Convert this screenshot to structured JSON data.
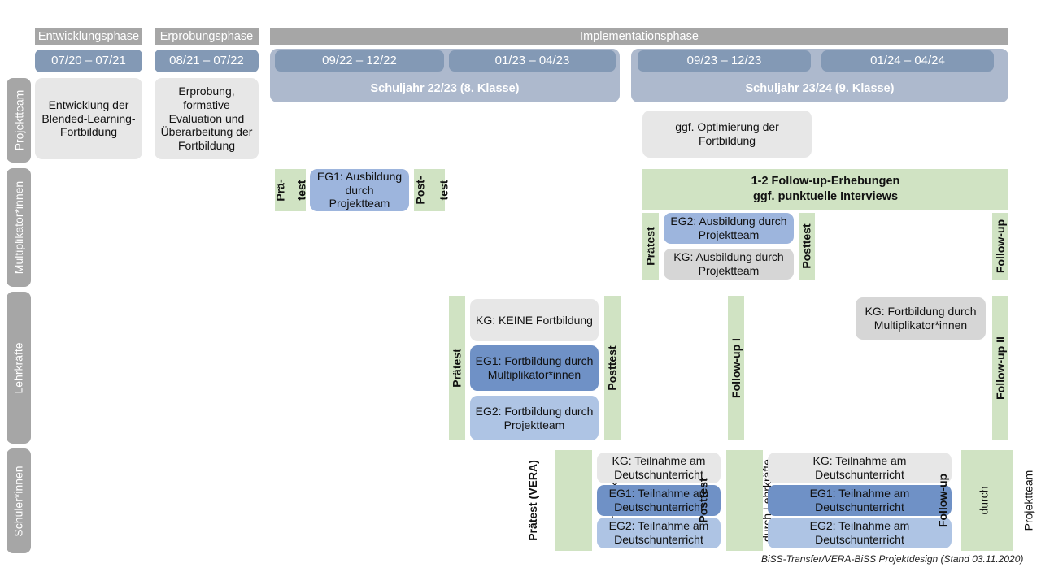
{
  "footer": "BiSS-Transfer/VERA-BiSS Projektdesign (Stand 03.11.2020)",
  "colors": {
    "phase_header_gray": "#a6a6a6",
    "date_pill_blue": "#8399b5",
    "year_band_blue": "#adb9cd",
    "card_gray": "#e7e7e7",
    "card_gray_dark": "#d6d6d6",
    "eg1_blue": "#6f91c6",
    "eg1_blue_light": "#9db5dd",
    "eg2_blue": "#aec4e4",
    "test_green": "#d0e3c3"
  },
  "phases": [
    {
      "name": "phase-entwicklung",
      "label": "Entwicklungsphase"
    },
    {
      "name": "phase-erprobung",
      "label": "Erprobungsphase"
    },
    {
      "name": "phase-implementation",
      "label": "Implementationsphase"
    }
  ],
  "date_pills": [
    {
      "name": "date-07-20-07-21",
      "label": "07/20 – 07/21"
    },
    {
      "name": "date-08-21-07-22",
      "label": "08/21 – 07/22"
    },
    {
      "name": "date-09-22-12-22",
      "label": "09/22 – 12/22"
    },
    {
      "name": "date-01-23-04-23",
      "label": "01/23 – 04/23"
    },
    {
      "name": "date-09-23-12-23",
      "label": "09/23 – 12/23"
    },
    {
      "name": "date-01-24-04-24",
      "label": "01/24 – 04/24"
    }
  ],
  "year_bands": [
    {
      "name": "schuljahr-22-23",
      "label": "Schuljahr 22/23 (8. Klasse)"
    },
    {
      "name": "schuljahr-23-24",
      "label": "Schuljahr 23/24 (9. Klasse)"
    }
  ],
  "rows": [
    {
      "name": "row-projektteam",
      "label": "Projektteam"
    },
    {
      "name": "row-multiplikator",
      "label": "Multiplikator*innen"
    },
    {
      "name": "row-lehrkraefte",
      "label": "Lehrkräfte"
    },
    {
      "name": "row-schueler",
      "label": "Schüler*innen"
    }
  ],
  "projektteam": {
    "entwicklung": "Entwicklung der Blended-Learning-Fortbildung",
    "erprobung": "Erprobung, formative Evaluation und Überarbeitung der Fortbildung",
    "optimierung": "ggf. Optimierung der Fortbildung"
  },
  "multiplikator": {
    "praetest_l1": "Prä-",
    "praetest_l2": "test",
    "posttest_l1": "Post-",
    "posttest_l2": "test",
    "eg1": "EG1: Ausbildung durch Projektteam",
    "followup_banner_l1": "1-2 Follow-up-Erhebungen",
    "followup_banner_l2": "ggf. punktuelle Interviews",
    "praetest2": "Prätest",
    "posttest2": "Posttest",
    "followup": "Follow-up",
    "eg2": "EG2: Ausbildung durch Projektteam",
    "kg": "KG: Ausbildung durch Projektteam"
  },
  "lehrkraefte": {
    "praetest": "Prätest",
    "posttest": "Posttest",
    "followup1": "Follow-up I",
    "followup2": "Follow-up II",
    "kg_keine": "KG:  KEINE Fortbildung",
    "eg1": "EG1: Fortbildung durch Multiplikator*innen",
    "eg2": "EG2: Fortbildung durch Projektteam",
    "kg_fortbildung": "KG: Fortbildung durch Multiplikator*innen"
  },
  "schueler": {
    "praetest_b": "Prätest (VERA)",
    "praetest_n": "durch Lehrkräfte",
    "posttest_b": "Posttest",
    "posttest_n": "durch Lehrkräfte",
    "followup_b": "Follow-up",
    "followup_n1": "durch",
    "followup_n2": "Projektteam",
    "kg": "KG: Teilnahme am Deutschunterricht",
    "eg1": "EG1: Teilnahme am Deutschunterricht",
    "eg2": "EG2: Teilnahme am Deutschunterricht"
  }
}
